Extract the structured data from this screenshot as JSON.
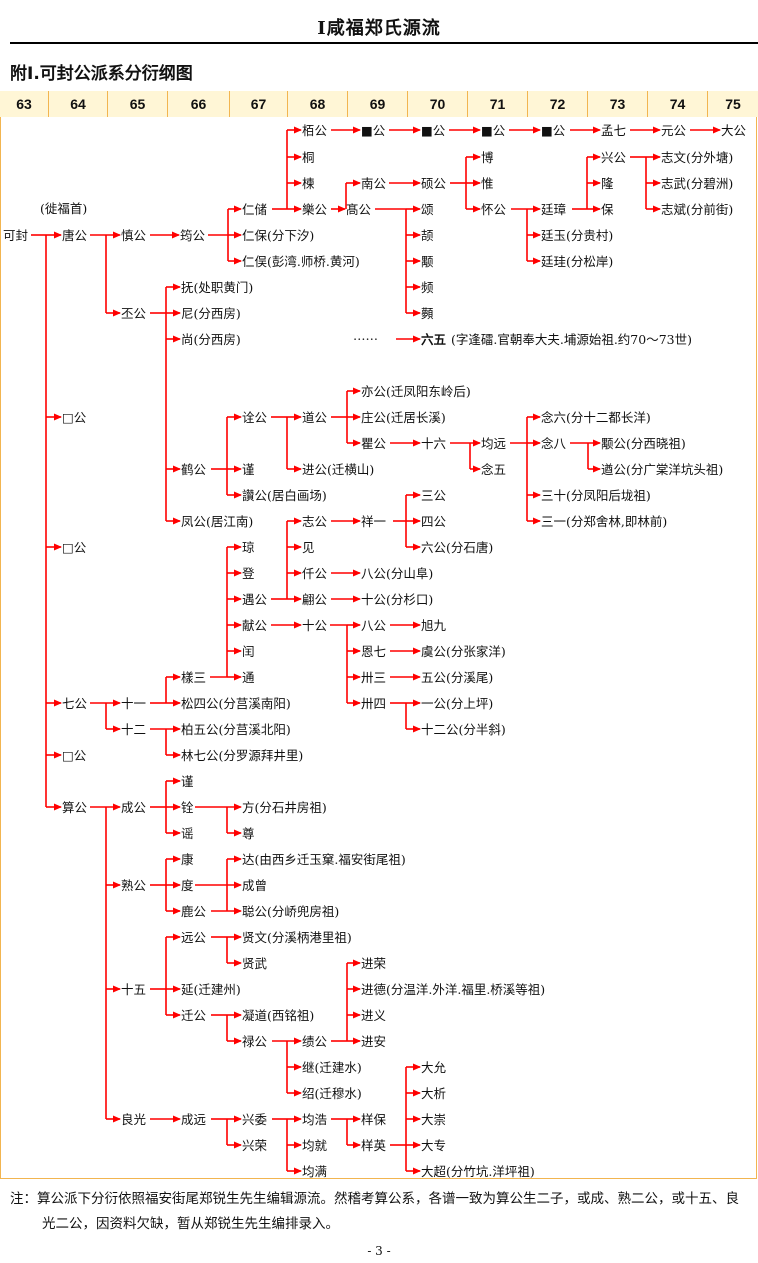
{
  "header": {
    "title": "Ⅰ咸福郑氏源流"
  },
  "section_title": "附Ⅰ.可封公派系分衍纲图",
  "generations": [
    "63",
    "64",
    "65",
    "66",
    "67",
    "68",
    "69",
    "70",
    "71",
    "72",
    "73",
    "74",
    "75"
  ],
  "colors": {
    "arrow": "#ff0000",
    "frame": "#f2b550",
    "gen_bg": "#fff6d6",
    "gen_sep": "#f2b550"
  },
  "tree": {
    "root": "可封",
    "root_label": "(徙福首)",
    "dotted": "……",
    "n64": {
      "tang": "唐公",
      "kou1": "□公",
      "kou2": "□公",
      "qi": "七公",
      "kou3": "□公",
      "suan": "算公"
    },
    "n65": {
      "shen": "慎公",
      "pi": "丕公",
      "shiyi": "十一",
      "shier": "十二",
      "cheng": "成公",
      "shu": "熟公",
      "shiwu": "十五",
      "liangguang": "良光"
    },
    "n66": {
      "yun": "筠公",
      "fu": "抚(处职黄门)",
      "ni": "尼(分西房)",
      "shang": "尚(分西房)",
      "he": "鹤公",
      "feng": "凤公(居江南)",
      "yangsan": "樣三",
      "song": "松四公(分莒溪南阳)",
      "bai": "柏五公(分莒溪北阳)",
      "lin": "林七公(分罗源拜井里)",
      "jin": "谨",
      "quan": "铨",
      "yao": "谣",
      "kang": "康",
      "du": "度",
      "lu": "鹿公",
      "yuan": "远公",
      "yan": "延(迁建州)",
      "qian": "迁公",
      "chengyuan": "成远"
    },
    "n67": {
      "renchu": "仁储",
      "renbao": "仁保(分下汐)",
      "renmin": "仁俣(彭湾.师桥.黄河)",
      "quan": "诠公",
      "jin": "谨",
      "zan": "讚公(居白画场)",
      "qiong": "琼",
      "deng": "登",
      "yu": "遇公",
      "xian": "献公",
      "run": "闰",
      "tong": "通",
      "fang": "方(分石井房祖)",
      "zun": "尊",
      "da": "达(由西乡迁玉窠.福安街尾祖)",
      "chengzeng": "成曾",
      "cong": "聪公(分峤兜房祖)",
      "xianwen": "贤文(分溪柄港里祖)",
      "xianwu": "贤武",
      "ningdao": "凝道(西铭祖)",
      "lu": "禄公",
      "xingwei": "兴委",
      "xingrong": "兴荣"
    },
    "n68": {
      "bai": "栢公",
      "tong": "桐",
      "dong": "楝",
      "yan": "樂公",
      "dao": "道公",
      "jin": "进公(迁横山)",
      "zhi": "志公",
      "jian": "见",
      "qian": "仟公",
      "xi": "翩公",
      "shi": "十公",
      "ji": "绩公",
      "jiquan": "继(迁建水)",
      "shao": "绍(迁穆水)",
      "junhao": "均浩",
      "junjiu": "均就",
      "junman": "均满"
    },
    "n69": {
      "b1": "■公",
      "nan": "南公",
      "gao": "髙公",
      "yi": "亦公(迁凤阳东岭后)",
      "zhuang": "庄公(迁居长溪)",
      "qu": "瞿公",
      "xiangyi": "祥一",
      "bagong": "八公(分山阜)",
      "shigong": "十公(分杉口)",
      "ba": "八公",
      "enqi": "恩七",
      "sasan": "卅三",
      "sasi": "卅四",
      "jinrong": "进荣",
      "jinde": "进德(分温洋.外洋.福里.桥溪等祖)",
      "jinyi": "进义",
      "jinan": "进安",
      "xiangbao": "样保",
      "xiangying": "样英"
    },
    "n70": {
      "b2": "■公",
      "shuo": "硕公",
      "song": "颂",
      "ji": "颉",
      "yong": "颙",
      "pin": "频",
      "mo": "顭",
      "liuwu": "六五",
      "liuwu_note": "(字逢礌.官朝奉大夫.埔源始祖.约70～73世)",
      "shiliu": "十六",
      "san": "三公",
      "si": "四公",
      "liu": "六公(分石唐)",
      "xujiu": "旭九",
      "yu": "虞公(分张家洋)",
      "wu": "五公(分溪尾)",
      "yi": "一公(分上坪)",
      "shier": "十二公(分半斜)",
      "dayun": "大允",
      "dazhe": "大析",
      "dachong": "大崇",
      "dazhuan": "大专",
      "dachao": "大超(分竹坑.洋坪祖)"
    },
    "n71": {
      "b3": "■公",
      "bo": "博",
      "wei": "惟",
      "huai": "怀公",
      "junyuan": "均远",
      "nianwu": "念五"
    },
    "n72": {
      "b4": "■公",
      "tingzhang": "廷璋",
      "tingyu": "廷玉(分贵村)",
      "tinggui": "廷珪(分松岸)"
    },
    "n73": {
      "mengqi": "孟七",
      "xing": "兴公",
      "long": "隆",
      "bao": "保",
      "nianliu": "念六(分十二都长洋)",
      "nianba": "念八",
      "sanshi": "三十(分凤阳后垅祖)",
      "sanyi": "三一(分郑舍林,即林前)"
    },
    "n74": {
      "yuan": "元公",
      "zhiwen": "志文(分外塘)",
      "zhiwu": "志武(分碧洲)",
      "zhibin": "志斌(分前街)",
      "ji": "颙公(分西晓祖)",
      "zun": "遒公(分广棠洋坑头祖)"
    },
    "n75": {
      "da": "大公"
    }
  },
  "note": "注：算公派下分衍依照福安街尾郑锐生先生编辑源流。然稽考算公系，各谱一致为算公生二子，或成、熟二公，或十五、良光二公，因资料欠缺，暂从郑锐生先生编排录入。",
  "page": "- 3 -"
}
